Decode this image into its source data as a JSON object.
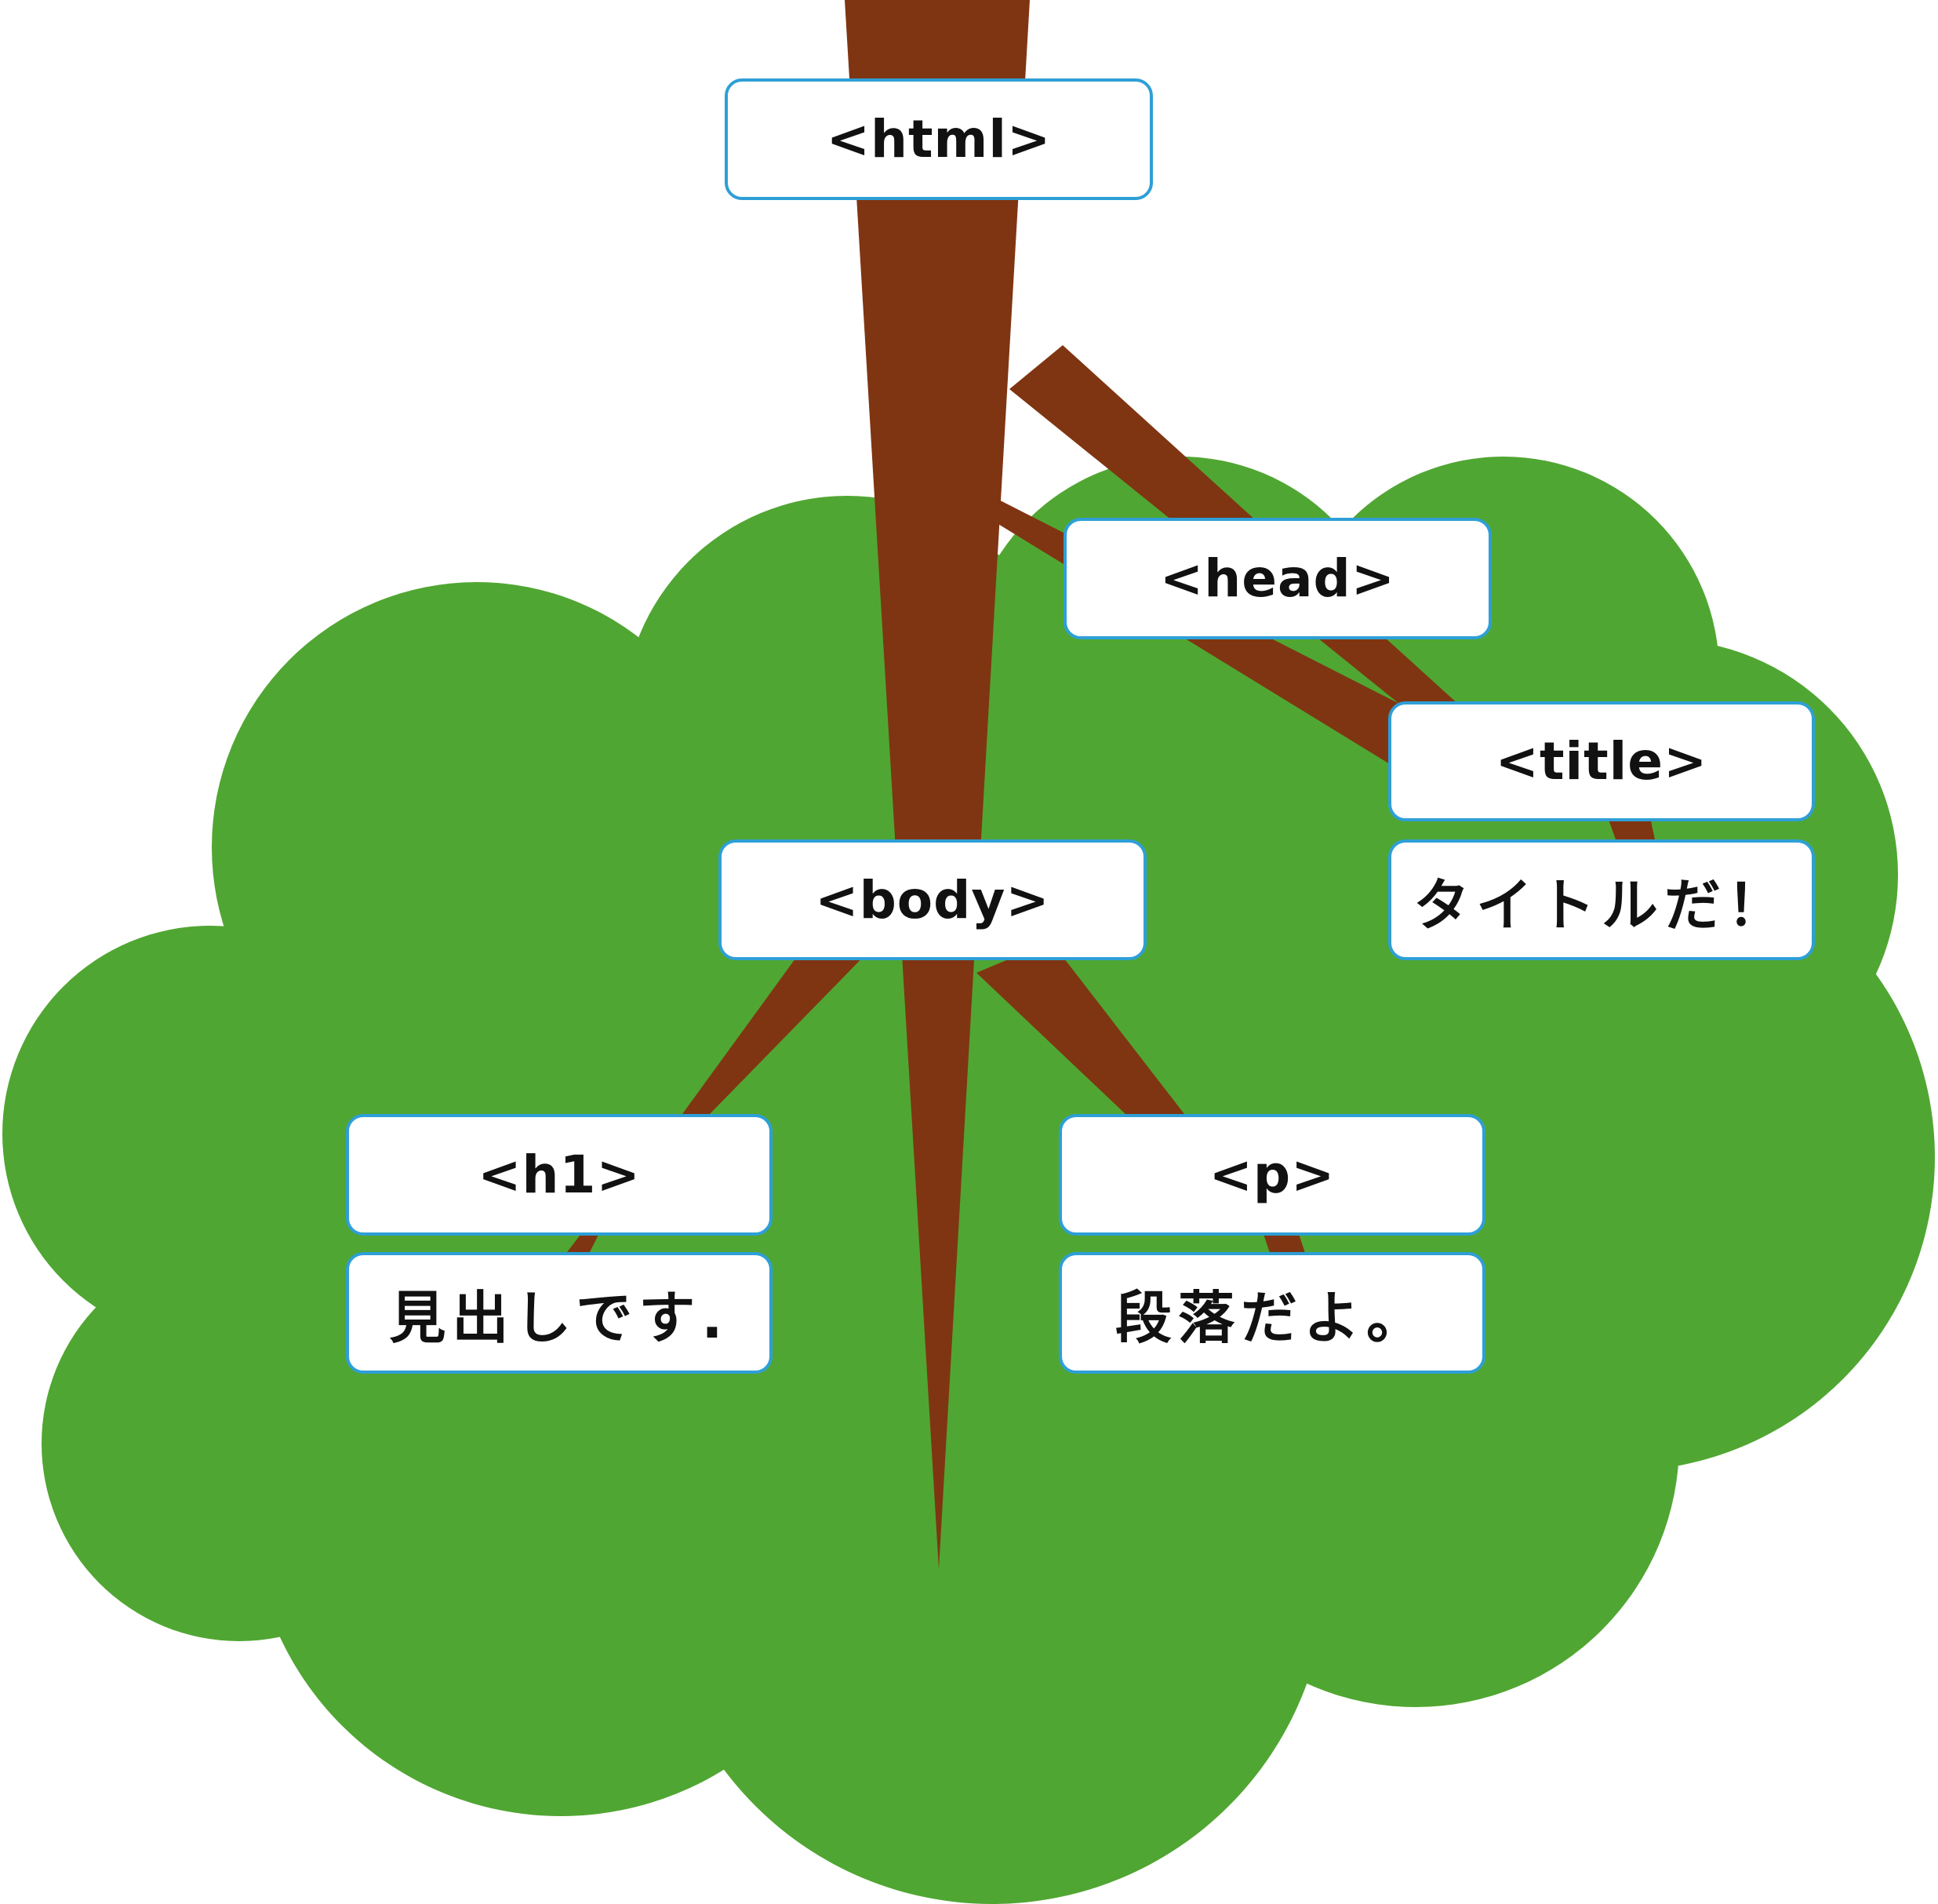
{
  "colors": {
    "canopy": "#50a632",
    "trunk": "#7f3512",
    "node_border": "#2e9fd6",
    "node_fill": "#ffffff",
    "text": "#111111"
  },
  "nodes": {
    "html": "<html>",
    "head": "<head>",
    "title": "<title>",
    "title_text": "タイトルだ！",
    "body": "<body>",
    "h1": "<h1>",
    "h1_text": "見出しです.",
    "p": "<p>",
    "p_text": "段落だよ。"
  }
}
